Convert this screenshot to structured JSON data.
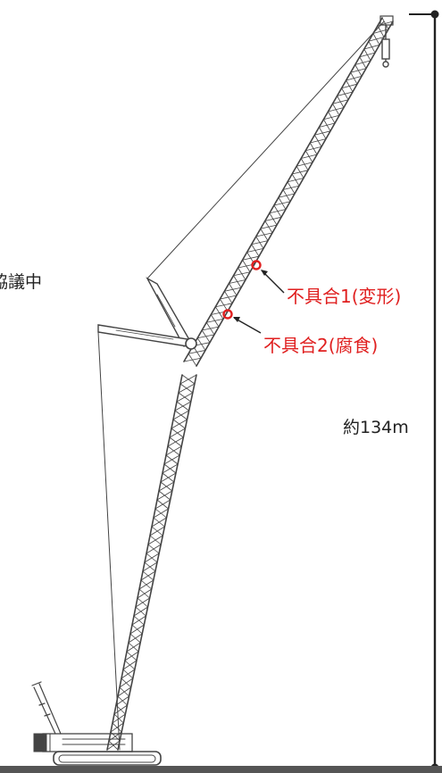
{
  "left_text": "協議中",
  "defects": [
    {
      "label": "不具合1(変形)",
      "marker_color": "#e02020"
    },
    {
      "label": "不具合2(腐食)",
      "marker_color": "#e02020"
    }
  ],
  "height_label": "約134m",
  "colors": {
    "defect": "#e02020",
    "line": "#222222",
    "crane": "#444444"
  }
}
